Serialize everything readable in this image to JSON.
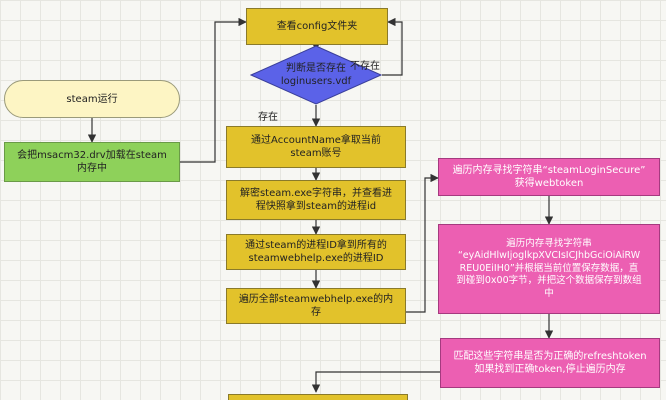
{
  "nodes": {
    "view_config": "查看config文件夹",
    "decision": "判断是否存在\nloginusers.vdf",
    "steam_run": "steam运行",
    "load_msacm": "会把msacm32.drv加载在steam\n内存中",
    "get_account": "通过AccountName拿取当前\nsteam账号",
    "decrypt_steam": "解密steam.exe字符串，并查看进\n程快照拿到steam的进程id",
    "get_webhelper": "通过steam的进程ID拿到所有的\nsteamwebhelp.exe的进程ID",
    "traverse_memory": "遍历全部steamwebhelp.exe的内\n存",
    "search_secure": "遍历内存寻找字符串“steamLoginSecure”\n获得webtoken",
    "search_token": "遍历内存寻找字符串\n“eyAidHlwIjoglkpXVCIsICJhbGciOiAiRW\nREU0EiIH0”并根据当前位置保存数据，直\n到碰到0x00字节，并把这个数据保存到数组\n中",
    "match_token": "匹配这些字符串是否为正确的refreshtoken\n如果找到正确token,停止遍历内存"
  },
  "edge_labels": {
    "not_exist": "不存在",
    "exist": "存在"
  },
  "colors": {
    "yellow": "#e2c22b",
    "green": "#8ed15a",
    "pink": "#ec5fb2",
    "diamond": "#5b62e8",
    "pill": "#fdf5c4"
  }
}
